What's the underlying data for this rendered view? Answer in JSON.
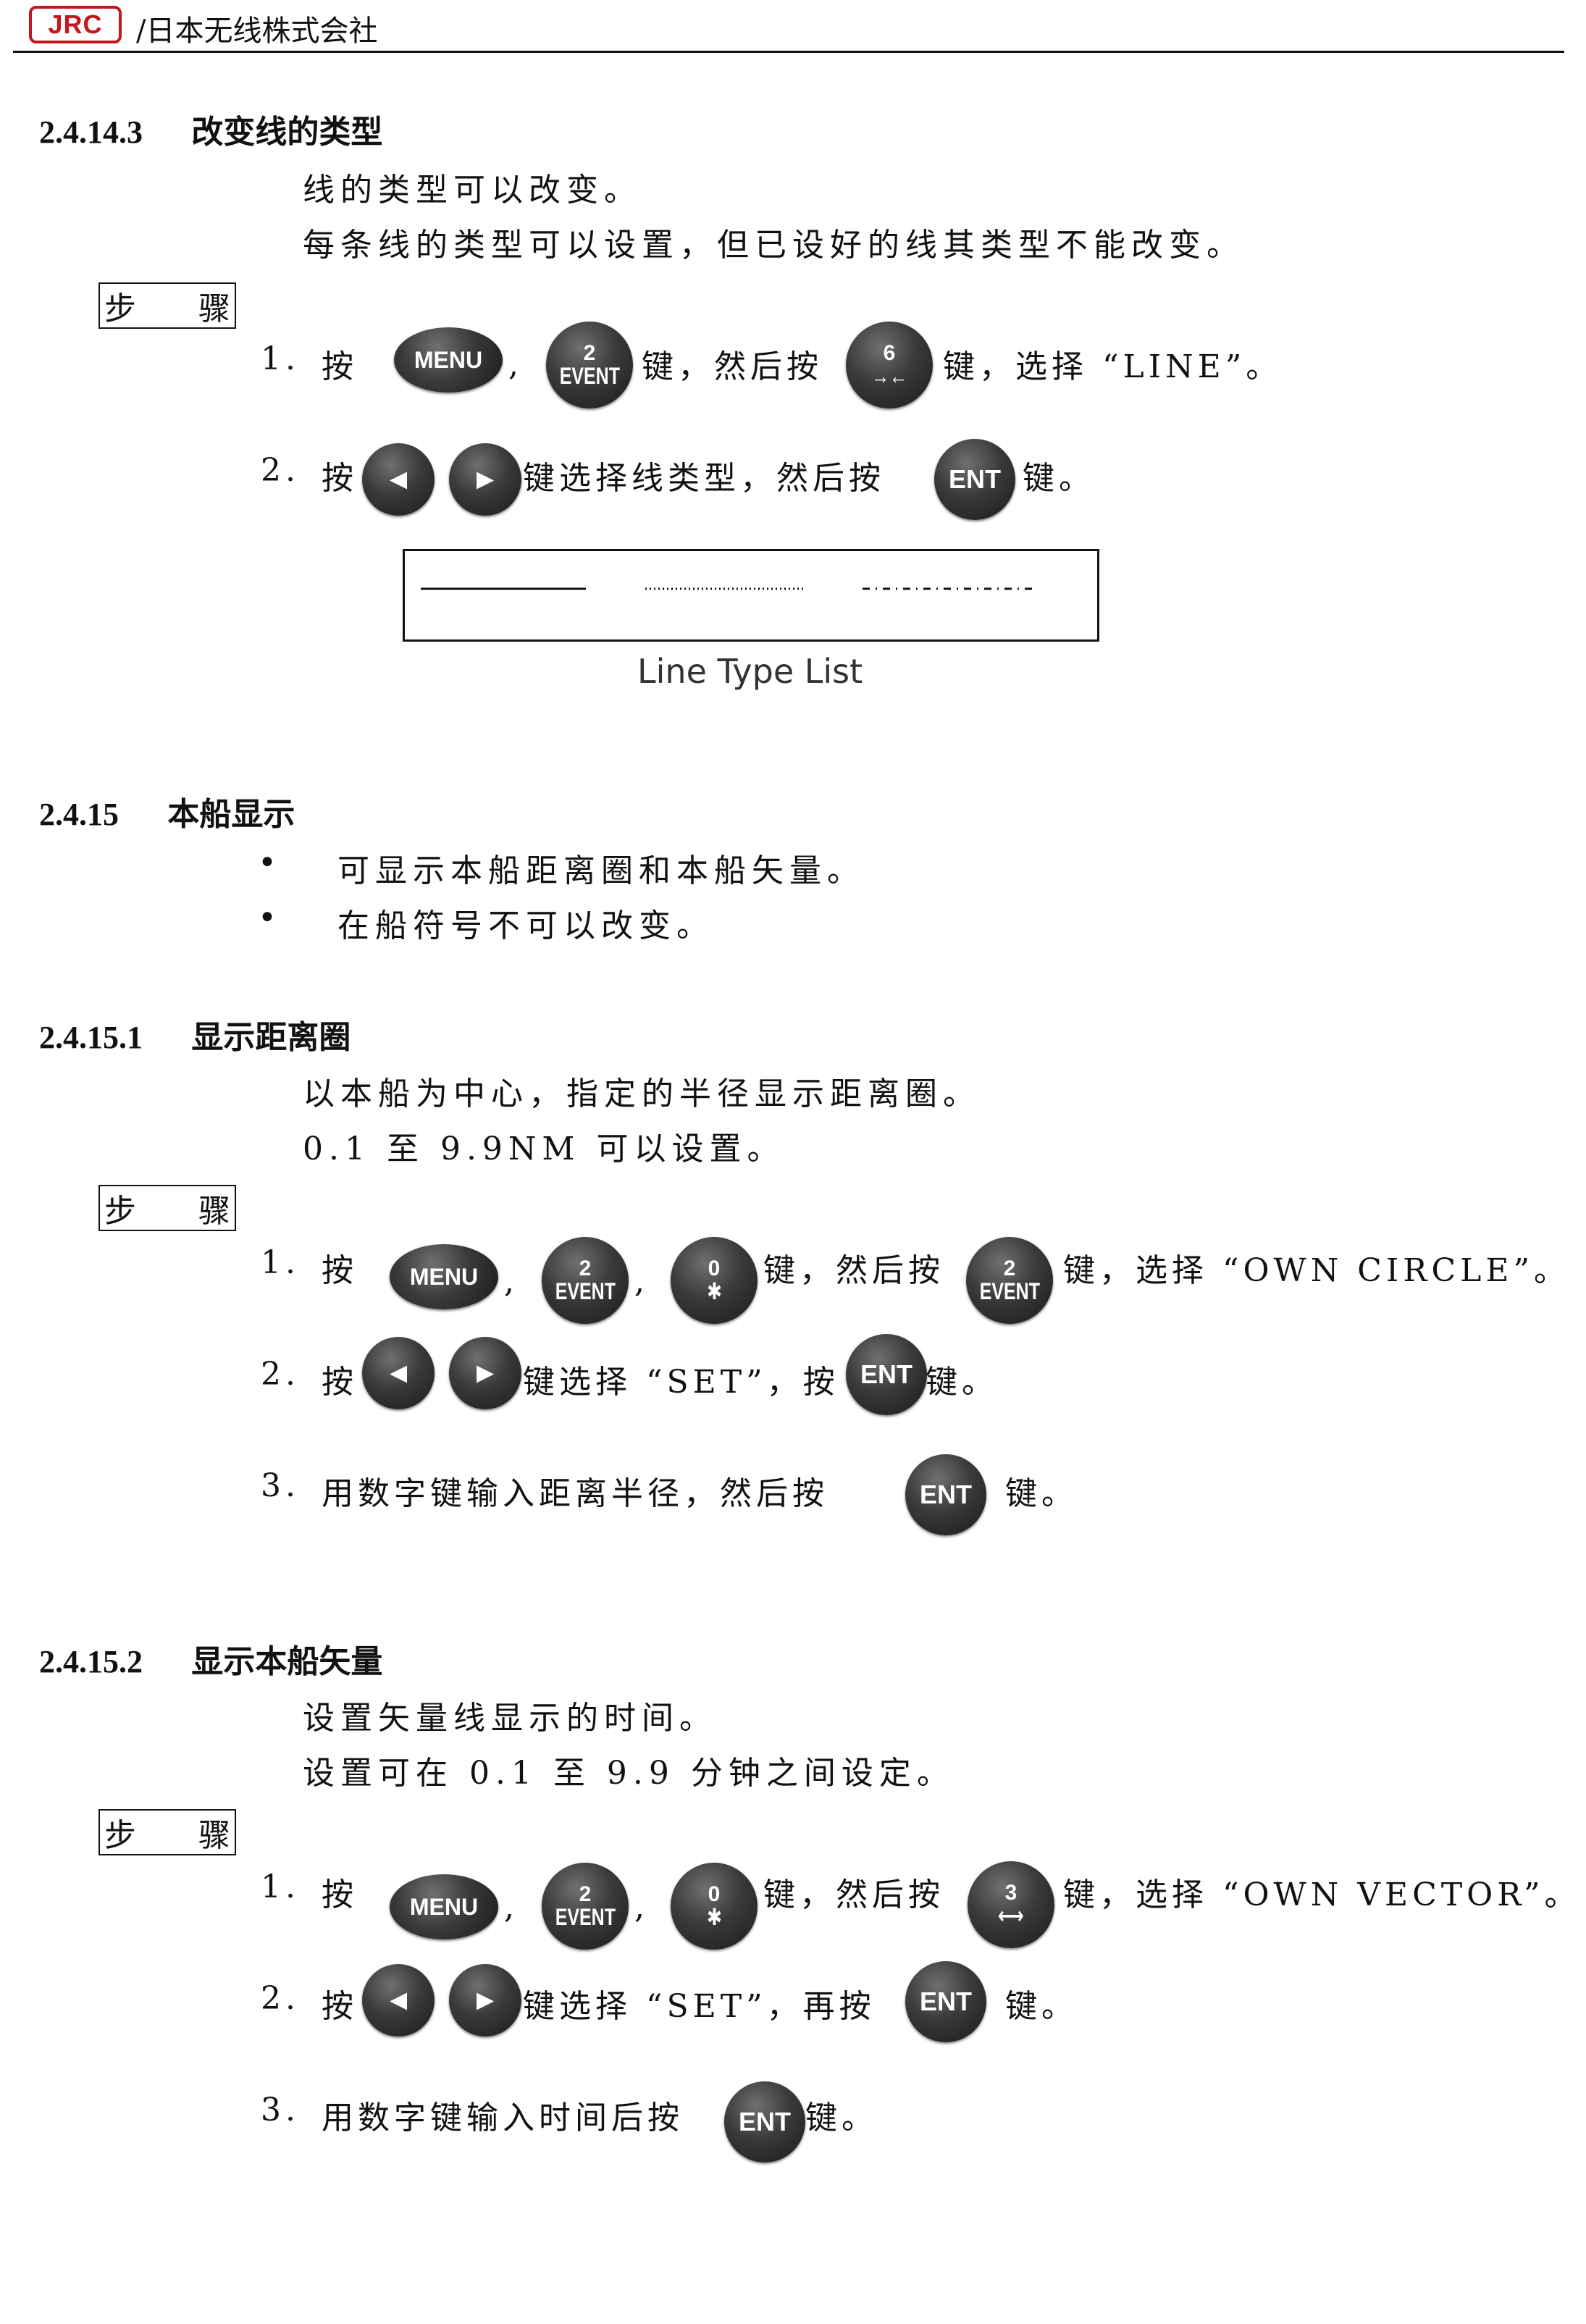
{
  "header": {
    "logo": "JRC",
    "company": "/日本无线株式会社"
  },
  "sections": {
    "s1": {
      "num": "2.4.14.3",
      "title": "改变线的类型",
      "body": [
        "线的类型可以改变。",
        "每条线的类型可以设置，但已设好的线其类型不能改变。"
      ],
      "steps_label": [
        "步",
        "骤"
      ],
      "step1": {
        "n": "1.",
        "a": "按",
        "sep": ",",
        "b": "键，然后按",
        "c": "键，选择 “LINE”。"
      },
      "step2": {
        "n": "2.",
        "a": "按",
        "b": "键选择线类型，然后按",
        "c": "键。"
      },
      "caption": "Line Type List"
    },
    "s2": {
      "num": "2.4.15",
      "title": "本船显示",
      "bullets": [
        "可显示本船距离圈和本船矢量。",
        "在船符号不可以改变。"
      ]
    },
    "s3": {
      "num": "2.4.15.1",
      "title": "显示距离圈",
      "body": [
        "以本船为中心，指定的半径显示距离圈。",
        "0.1 至 9.9NM 可以设置。"
      ],
      "steps_label": [
        "步",
        "骤"
      ],
      "step1": {
        "n": "1.",
        "a": "按",
        "sep1": ",",
        "sep2": ",",
        "b": "键，然后按",
        "c": "键，选择 “OWN CIRCLE”。"
      },
      "step2": {
        "n": "2.",
        "a": "按",
        "b": "键选择 “SET”，按",
        "c": "键。"
      },
      "step3": {
        "n": "3.",
        "a": "用数字键输入距离半径，然后按",
        "c": "键。"
      }
    },
    "s4": {
      "num": "2.4.15.2",
      "title": "显示本船矢量",
      "body": [
        "设置矢量线显示的时间。",
        "设置可在 0.1 至 9.9 分钟之间设定。"
      ],
      "steps_label": [
        "步",
        "骤"
      ],
      "step1": {
        "n": "1.",
        "a": "按",
        "sep1": ",",
        "sep2": ",",
        "b": "键，然后按",
        "c": "键，选择 “OWN VECTOR”。"
      },
      "step2": {
        "n": "2.",
        "a": "按",
        "b": "键选择 “SET”，再按",
        "c": "键。"
      },
      "step3": {
        "n": "3.",
        "a": "用数字键输入时间后按",
        "c": "键。"
      }
    }
  },
  "keys": {
    "menu": "MENU",
    "event_num": "2",
    "event": "EVENT",
    "k6_num": "6",
    "k6_icon": "→←",
    "k0_num": "0",
    "k0_icon": "✱",
    "k3_num": "3",
    "k3_icon": "⟷",
    "ent": "ENT",
    "left": "◄",
    "right": "►"
  }
}
